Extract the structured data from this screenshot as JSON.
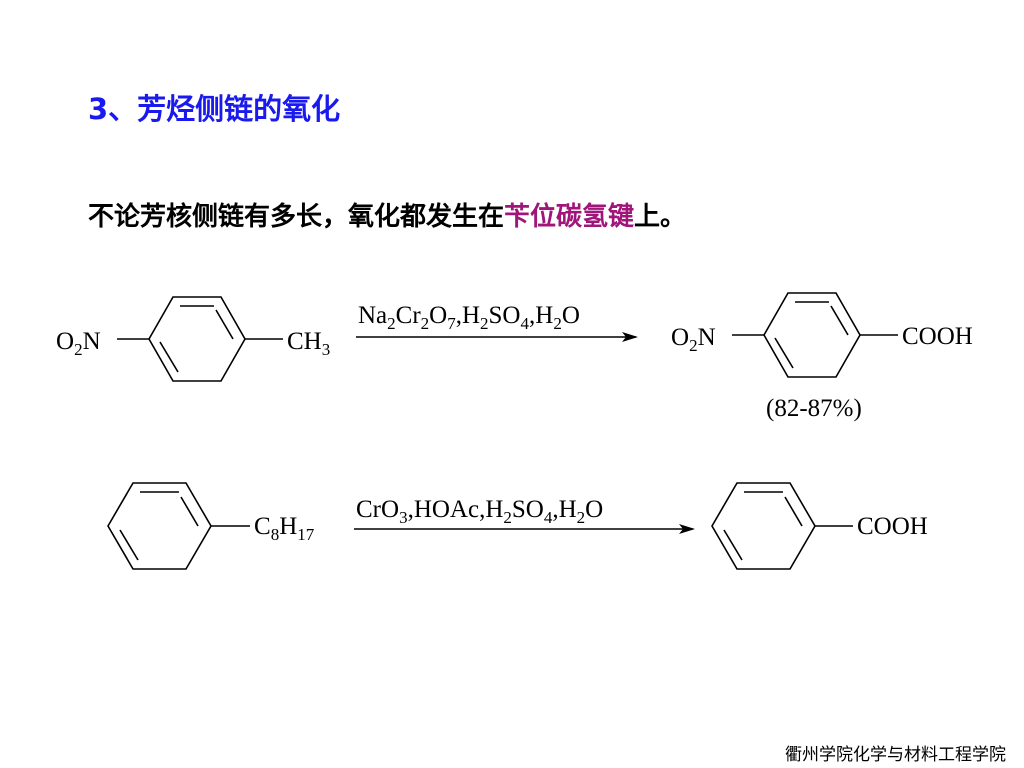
{
  "slide": {
    "title": "3、芳烃侧链的氧化",
    "statement": {
      "before": "不论芳核侧链有多长，氧化都发生在",
      "highlight": "苄位碳氢键",
      "after": "上。"
    },
    "footer": "衢州学院化学与材料工程学院",
    "colors": {
      "title": "#1a1aee",
      "highlight": "#a0157a"
    }
  },
  "reactions": [
    {
      "reactant": {
        "left_group": [
          "O",
          "2",
          "N"
        ],
        "right_group": [
          "CH",
          "3"
        ]
      },
      "reagents": [
        "Na",
        "2",
        "Cr",
        "2",
        "O",
        "7",
        ",H",
        "2",
        "SO",
        "4",
        ",H",
        "2",
        "O"
      ],
      "product": {
        "left_group": [
          "O",
          "2",
          "N"
        ],
        "right_group": "COOH"
      },
      "yield": "(82-87%)"
    },
    {
      "reactant": {
        "right_group": [
          "C",
          "8",
          "H",
          "17"
        ]
      },
      "reagents": [
        "CrO",
        "3",
        ",HOAc,H",
        "2",
        "SO",
        "4",
        ",H",
        "2",
        "O"
      ],
      "product": {
        "right_group": "COOH"
      }
    }
  ]
}
